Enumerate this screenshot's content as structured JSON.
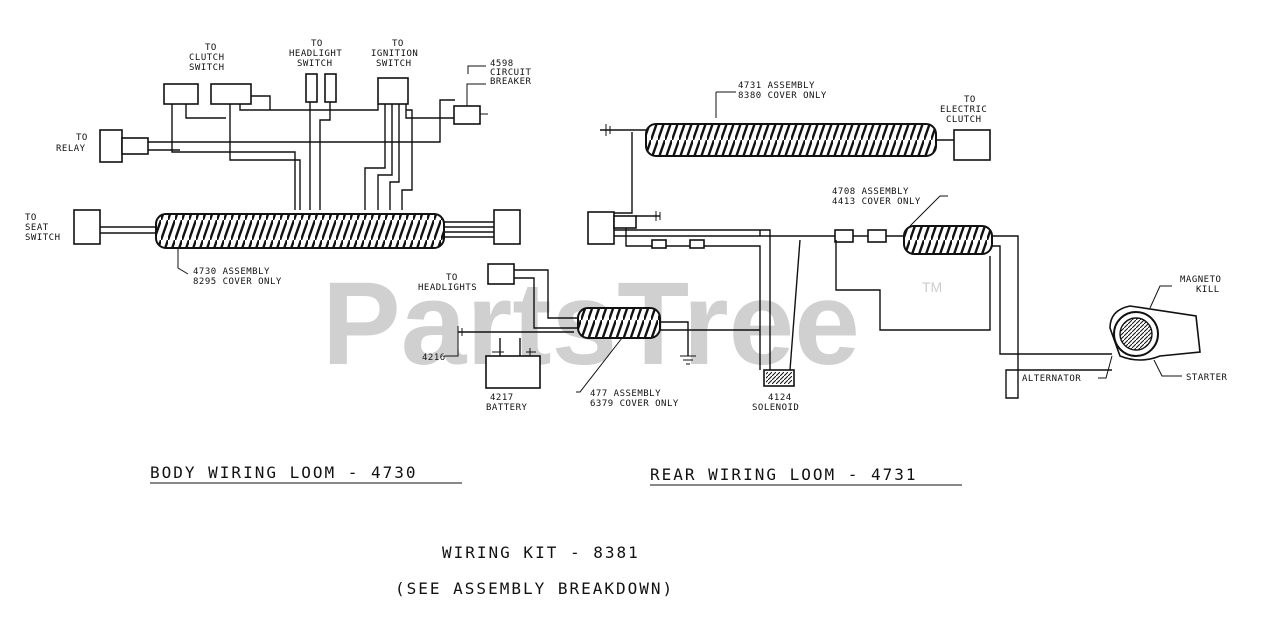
{
  "labels": {
    "clutch_to": "TO",
    "clutch_name": "CLUTCH",
    "clutch_sw": "SWITCH",
    "headlight_to": "TO",
    "headlight_name": "HEADLIGHT",
    "headlight_sw": "SWITCH",
    "ignition_to": "TO",
    "ignition_name": "IGNITION",
    "ignition_sw": "SWITCH",
    "cb_num": "4598",
    "cb_name": "CIRCUIT",
    "cb_sub": "BREAKER",
    "relay_to": "TO",
    "relay_name": "RELAY",
    "seat_to": "TO",
    "seat_name": "SEAT",
    "seat_sw": "SWITCH",
    "body_asm": "4730 ASSEMBLY",
    "body_cover": "8295 COVER ONLY",
    "rear_asm": "4731 ASSEMBLY",
    "rear_cover": "8380 COVER ONLY",
    "eclutch_to": "TO",
    "eclutch_name": "ELECTRIC",
    "eclutch_sub": "CLUTCH",
    "a4708": "4708 ASSEMBLY",
    "a4708_cover": "4413 COVER ONLY",
    "headlights_to": "TO",
    "headlights_name": "HEADLIGHTS",
    "ground_num": "4216",
    "battery_num": "4217",
    "battery_name": "BATTERY",
    "a477": "477  ASSEMBLY",
    "a477_cover": "6379 COVER ONLY",
    "solenoid_num": "4124",
    "solenoid_name": "SOLENOID",
    "magneto": "MAGNETO",
    "magneto_kill": "KILL",
    "alternator": "ALTERNATOR",
    "starter": "STARTER"
  },
  "titles": {
    "body": "BODY WIRING LOOM - 4730",
    "rear": "REAR WIRING LOOM - 4731",
    "kit": "WIRING KIT - 8381",
    "see": "(SEE ASSEMBLY BREAKDOWN)"
  },
  "watermark": {
    "text": "PartsTree",
    "tm": "TM"
  }
}
